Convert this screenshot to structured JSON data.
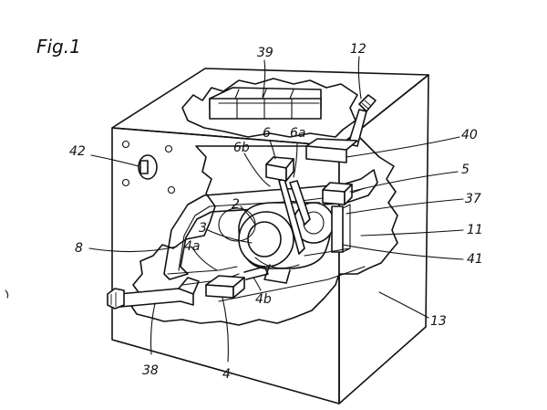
{
  "figure": {
    "title": "Fig.1"
  },
  "labels": {
    "l39": "39",
    "l12": "12",
    "l40": "40",
    "l5": "5",
    "l37": "37",
    "l11": "11",
    "l41": "41",
    "l13": "13",
    "l42": "42",
    "l8": "8",
    "l38": "38",
    "l4": "4",
    "l4a": "4a",
    "l4b": "4b",
    "l3": "3",
    "l2": "2",
    "l6b": "6b",
    "l6": "6",
    "l6a": "6a"
  }
}
